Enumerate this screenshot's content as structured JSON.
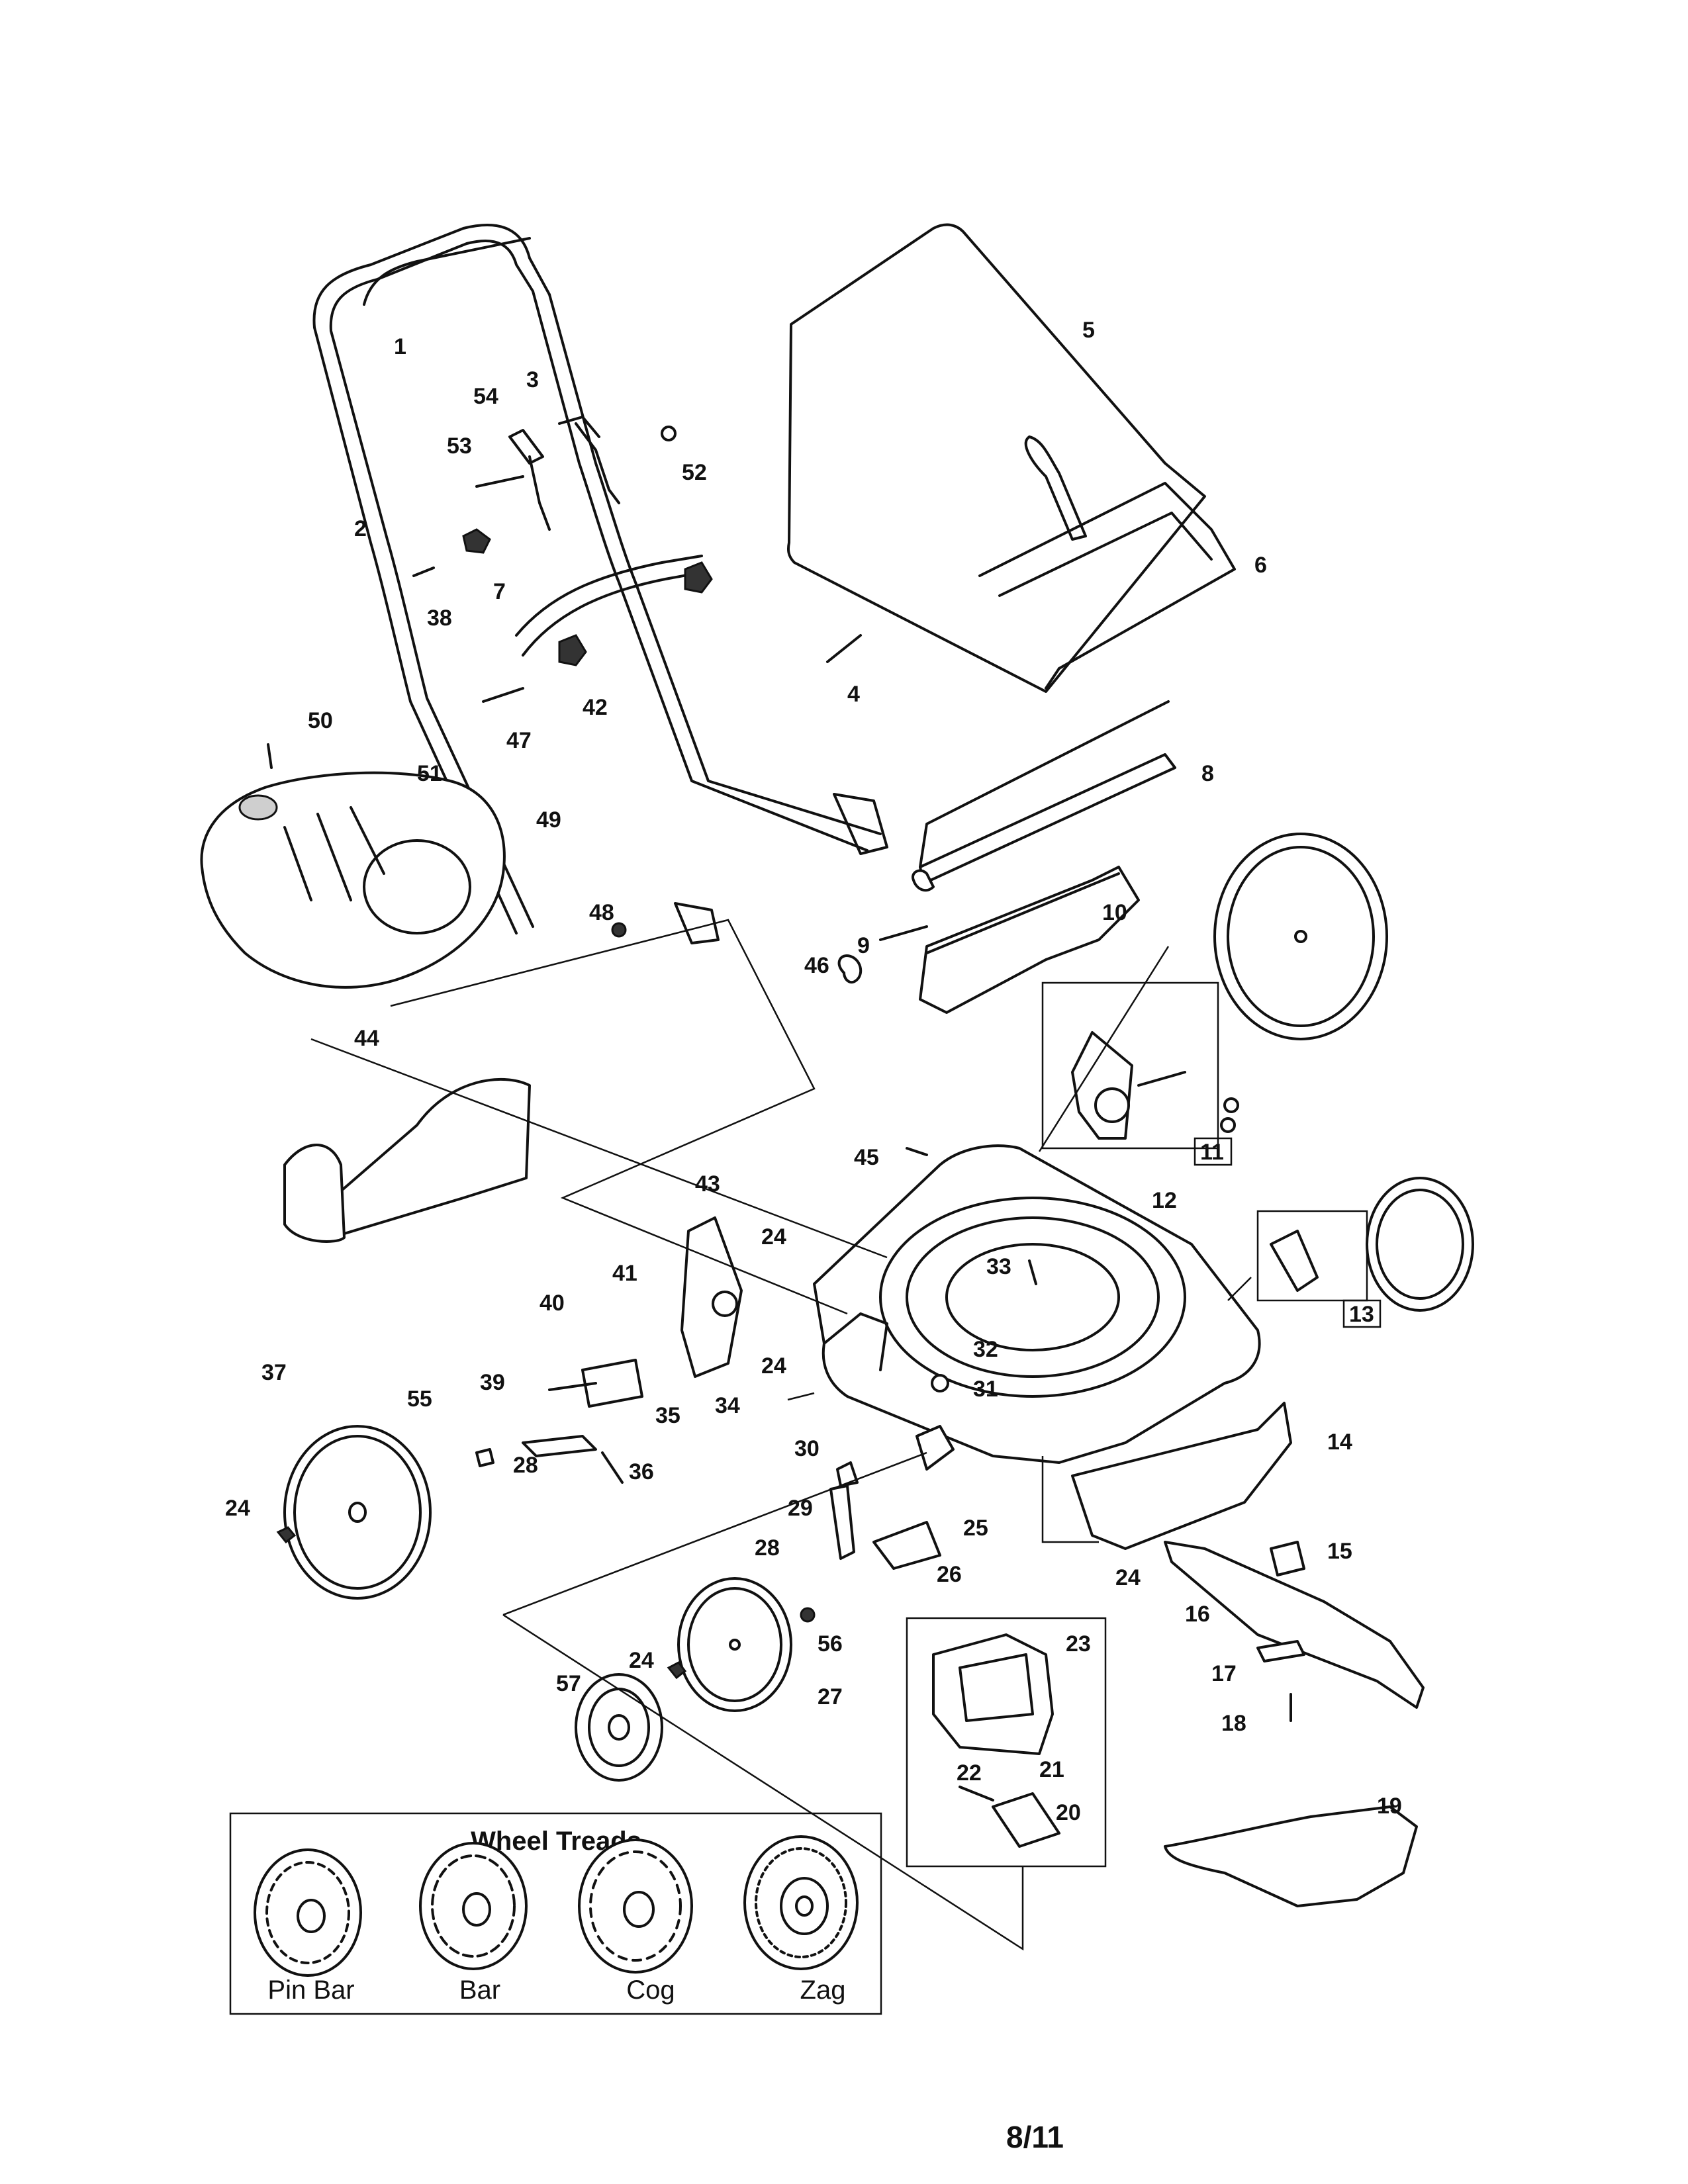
{
  "callouts": [
    {
      "id": "c1",
      "label": "1"
    },
    {
      "id": "c2",
      "label": "2"
    },
    {
      "id": "c3",
      "label": "3"
    },
    {
      "id": "c4",
      "label": "4"
    },
    {
      "id": "c5",
      "label": "5"
    },
    {
      "id": "c6",
      "label": "6"
    },
    {
      "id": "c7",
      "label": "7"
    },
    {
      "id": "c8",
      "label": "8"
    },
    {
      "id": "c9",
      "label": "9"
    },
    {
      "id": "c10",
      "label": "10"
    },
    {
      "id": "c11",
      "label": "11"
    },
    {
      "id": "c12",
      "label": "12"
    },
    {
      "id": "c13",
      "label": "13"
    },
    {
      "id": "c14",
      "label": "14"
    },
    {
      "id": "c15",
      "label": "15"
    },
    {
      "id": "c16",
      "label": "16"
    },
    {
      "id": "c17",
      "label": "17"
    },
    {
      "id": "c18",
      "label": "18"
    },
    {
      "id": "c19",
      "label": "19"
    },
    {
      "id": "c20",
      "label": "20"
    },
    {
      "id": "c21",
      "label": "21"
    },
    {
      "id": "c22",
      "label": "22"
    },
    {
      "id": "c23",
      "label": "23"
    },
    {
      "id": "c24a",
      "label": "24"
    },
    {
      "id": "c24b",
      "label": "24"
    },
    {
      "id": "c24c",
      "label": "24"
    },
    {
      "id": "c24d",
      "label": "24"
    },
    {
      "id": "c24e",
      "label": "24"
    },
    {
      "id": "c25",
      "label": "25"
    },
    {
      "id": "c26",
      "label": "26"
    },
    {
      "id": "c27",
      "label": "27"
    },
    {
      "id": "c28a",
      "label": "28"
    },
    {
      "id": "c28b",
      "label": "28"
    },
    {
      "id": "c29",
      "label": "29"
    },
    {
      "id": "c30",
      "label": "30"
    },
    {
      "id": "c31",
      "label": "31"
    },
    {
      "id": "c32",
      "label": "32"
    },
    {
      "id": "c33",
      "label": "33"
    },
    {
      "id": "c34",
      "label": "34"
    },
    {
      "id": "c35",
      "label": "35"
    },
    {
      "id": "c36",
      "label": "36"
    },
    {
      "id": "c37",
      "label": "37"
    },
    {
      "id": "c38",
      "label": "38"
    },
    {
      "id": "c39",
      "label": "39"
    },
    {
      "id": "c40",
      "label": "40"
    },
    {
      "id": "c41",
      "label": "41"
    },
    {
      "id": "c42",
      "label": "42"
    },
    {
      "id": "c43",
      "label": "43"
    },
    {
      "id": "c44",
      "label": "44"
    },
    {
      "id": "c45",
      "label": "45"
    },
    {
      "id": "c46",
      "label": "46"
    },
    {
      "id": "c47",
      "label": "47"
    },
    {
      "id": "c48",
      "label": "48"
    },
    {
      "id": "c49",
      "label": "49"
    },
    {
      "id": "c50",
      "label": "50"
    },
    {
      "id": "c51",
      "label": "51"
    },
    {
      "id": "c52",
      "label": "52"
    },
    {
      "id": "c53",
      "label": "53"
    },
    {
      "id": "c54",
      "label": "54"
    },
    {
      "id": "c55",
      "label": "55"
    },
    {
      "id": "c56",
      "label": "56"
    },
    {
      "id": "c57",
      "label": "57"
    }
  ],
  "wheel_treads": {
    "title": "Wheel Treads",
    "types": [
      "Pin Bar",
      "Bar",
      "Cog",
      "Zag"
    ]
  },
  "page_number": "8/11"
}
